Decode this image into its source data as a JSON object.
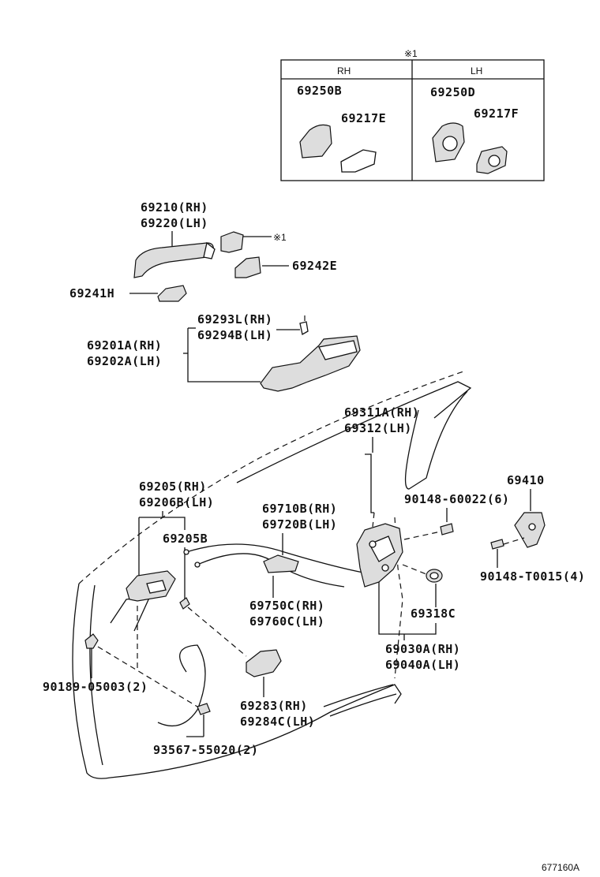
{
  "inset": {
    "note": "※1",
    "col_rh": "RH",
    "col_lh": "LH",
    "rh_p1": "69250B",
    "rh_p2": "69217E",
    "lh_p1": "69250D",
    "lh_p2": "69217F"
  },
  "labels": {
    "handle_rh": "69210(RH)",
    "handle_lh": "69220(LH)",
    "cap_ref": "※1",
    "cover_e": "69242E",
    "pad_h": "69241H",
    "frame_rh": "69293L(RH)",
    "frame_lh": "69294B(LH)",
    "frame_asm_rh": "69201A(RH)",
    "frame_asm_lh": "69202A(LH)",
    "rod_rh": "69311A(RH)",
    "rod_lh": "69312(LH)",
    "inner_rh": "69205(RH)",
    "inner_lh": "69206B(LH)",
    "inner_b": "69205B",
    "cable_rh": "69710B(RH)",
    "cable_lh": "69720B(LH)",
    "screw_6": "90148-60022(6)",
    "striker": "69410",
    "screw_4": "90148-T0015(4)",
    "cable2_rh": "69750C(RH)",
    "cable2_lh": "69760C(LH)",
    "grommet": "69318C",
    "lock_rh": "69030A(RH)",
    "lock_lh": "69040A(LH)",
    "clip_2": "90189-05003(2)",
    "bezel_rh": "69283(RH)",
    "bezel_lh": "69284C(LH)",
    "screw_2": "93567-55020(2)",
    "diagram_id": "677160A"
  }
}
